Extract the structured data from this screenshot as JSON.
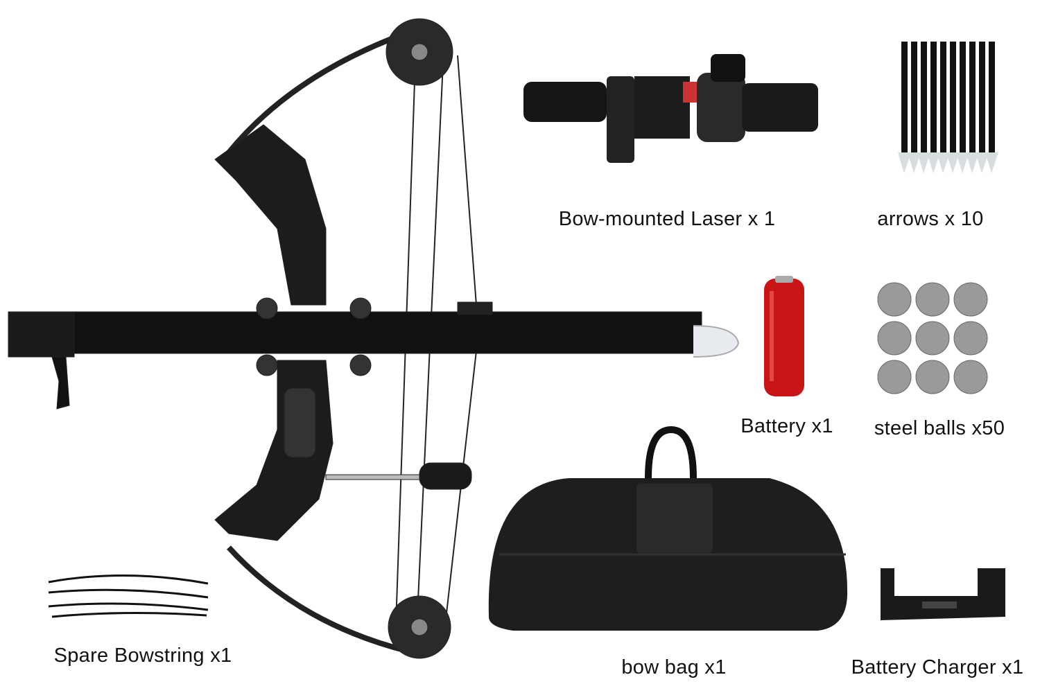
{
  "items": [
    {
      "label": "Bow-mounted Laser x 1"
    },
    {
      "label": "arrows x 10"
    },
    {
      "label": "Battery x1"
    },
    {
      "label": "steel balls x50"
    },
    {
      "label": "Spare Bowstring x1"
    },
    {
      "label": "bow bag x1"
    },
    {
      "label": "Battery Charger x1"
    }
  ],
  "colors": {
    "background": "#ffffff",
    "product": "#1a1a1a",
    "battery": "#c81414",
    "steel": "#9a9a9a"
  }
}
